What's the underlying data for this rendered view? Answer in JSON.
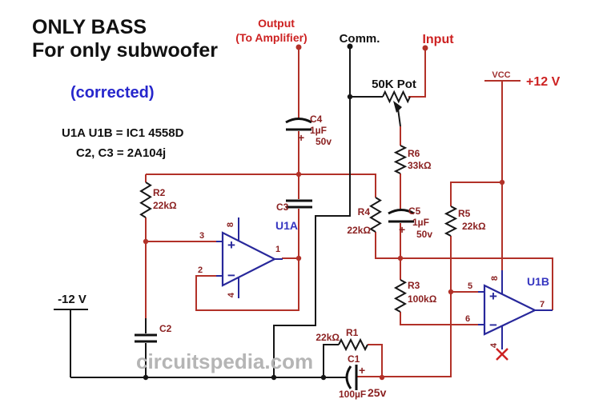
{
  "title": {
    "line1": "ONLY BASS",
    "line2": "For only subwoofer"
  },
  "subtitle": "(corrected)",
  "notes": {
    "ic_note": "U1A U1B = IC1 4558D",
    "cap_note": "C2, C3 = 2A104j"
  },
  "watermark": "circuitspedia.com",
  "terminals": {
    "output_line1": "Output",
    "output_line2": "(To Amplifier)",
    "comm": "Comm.",
    "input": "Input",
    "vcc": "VCC",
    "vcc_voltage": "+12 V",
    "vee_voltage": "-12 V"
  },
  "components": {
    "pot": {
      "label": "50K Pot"
    },
    "r1": {
      "name": "R1",
      "value": "22kΩ"
    },
    "r2": {
      "name": "R2",
      "value": "22kΩ"
    },
    "r3": {
      "name": "R3",
      "value": "100kΩ"
    },
    "r4": {
      "name": "R4",
      "value": "22kΩ"
    },
    "r5": {
      "name": "R5",
      "value": "22kΩ"
    },
    "r6": {
      "name": "R6",
      "value": "33kΩ"
    },
    "c1": {
      "name": "C1",
      "value": "100µF",
      "voltage": "25v",
      "polarity": "+"
    },
    "c2": {
      "name": "C2"
    },
    "c3": {
      "name": "C3"
    },
    "c4": {
      "name": "C4",
      "value": "1µF",
      "voltage": "50v",
      "polarity": "+"
    },
    "c5": {
      "name": "C5",
      "value": "1µF",
      "voltage": "50v",
      "polarity": "+"
    }
  },
  "opamps": {
    "u1a": {
      "label": "U1A",
      "pin_noninv": "3",
      "pin_inv": "2",
      "pin_out": "1",
      "pin_vcc": "8",
      "pin_vee": "4",
      "plus": "+",
      "minus": "−"
    },
    "u1b": {
      "label": "U1B",
      "pin_noninv": "5",
      "pin_inv": "6",
      "pin_out": "7",
      "pin_vcc": "8",
      "pin_vee": "4",
      "plus": "+",
      "minus": "−"
    }
  },
  "colors": {
    "wire_red": "#b23128",
    "wire_black": "#161616",
    "opamp_blue": "#28289b",
    "label_maroon": "#8b2121",
    "label_red": "#cd2121",
    "label_blue": "#2626cc",
    "watermark_gray": "#b5b5b5",
    "background": "#ffffff"
  }
}
